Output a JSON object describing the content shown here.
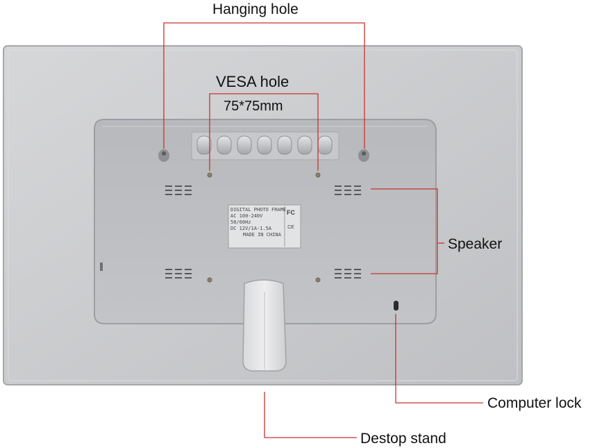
{
  "callouts": {
    "hanging_hole": "Hanging hole",
    "vesa_hole": "VESA hole",
    "vesa_size": "75*75mm",
    "speaker": "Speaker",
    "computer_lock": "Computer lock",
    "desktop_stand": "Destop stand"
  },
  "sticker": {
    "line1": "DIGITAL PHOTO FRAME",
    "line2": "AC 100-240V",
    "line3": "50/60Hz",
    "line4": "DC 12V/1A-1.5A",
    "line5": "MADE IN CHINA",
    "fcc_mark": "FC",
    "ce_mark": "CE"
  },
  "colors": {
    "callout_line": "#c8332e",
    "frame_body": "#c9cacc",
    "panel": "#b9bbbe"
  }
}
